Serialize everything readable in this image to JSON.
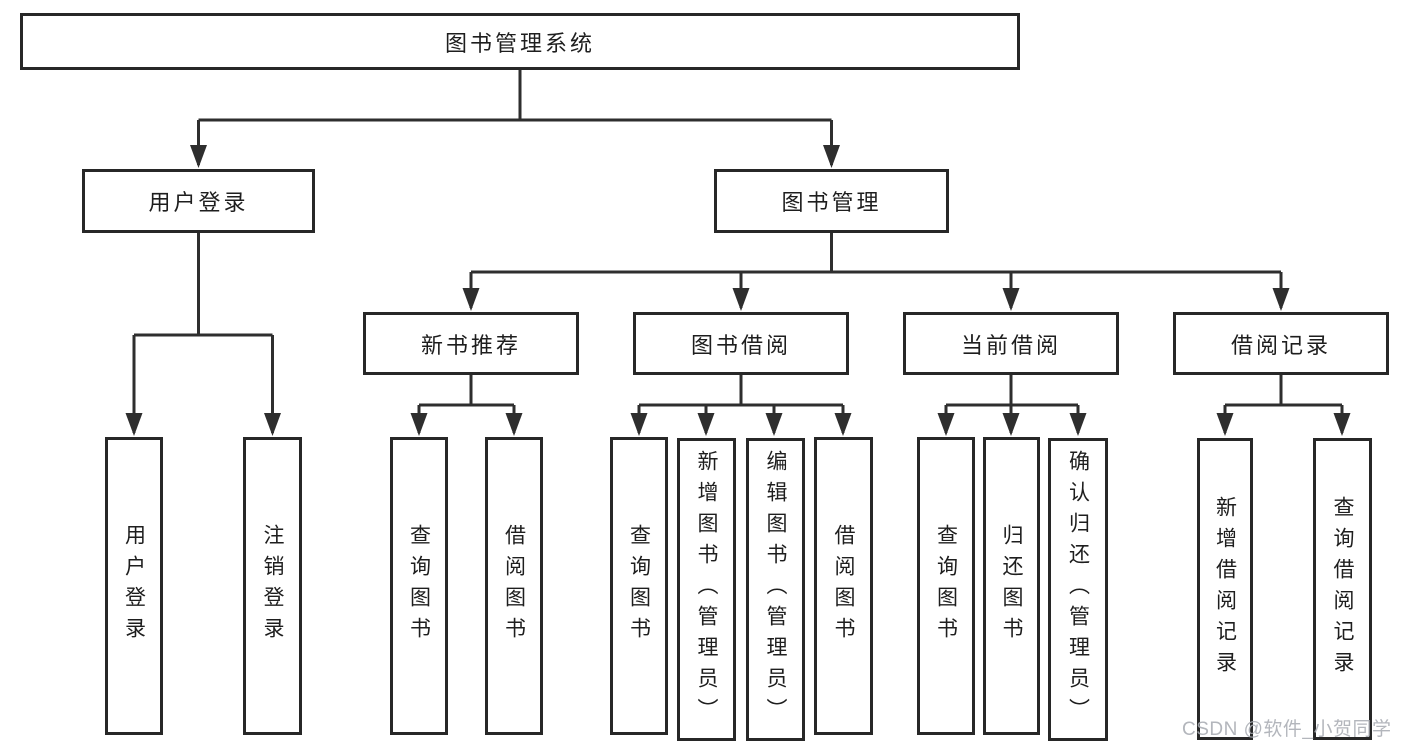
{
  "colors": {
    "background": "#ffffff",
    "box_border": "#272727",
    "connector_line": "#2e2e2e",
    "text": "#1e1e1e",
    "watermark": "#a8acb3"
  },
  "diagram": {
    "root": {
      "label": "图书管理系统"
    },
    "level2": [
      {
        "label": "用户登录",
        "parent": "图书管理系统"
      },
      {
        "label": "图书管理",
        "parent": "图书管理系统"
      }
    ],
    "level3": [
      {
        "label": "新书推荐",
        "parent": "图书管理"
      },
      {
        "label": "图书借阅",
        "parent": "图书管理"
      },
      {
        "label": "当前借阅",
        "parent": "图书管理"
      },
      {
        "label": "借阅记录",
        "parent": "图书管理"
      }
    ],
    "leaves": [
      {
        "label": "用户登录",
        "parent": "用户登录"
      },
      {
        "label": "注销登录",
        "parent": "用户登录"
      },
      {
        "label": "查询图书",
        "parent": "新书推荐"
      },
      {
        "label": "借阅图书",
        "parent": "新书推荐"
      },
      {
        "label": "查询图书",
        "parent": "图书借阅"
      },
      {
        "label": "新增图书（管理员）",
        "parent": "图书借阅"
      },
      {
        "label": "编辑图书（管理员）",
        "parent": "图书借阅"
      },
      {
        "label": "借阅图书",
        "parent": "图书借阅"
      },
      {
        "label": "查询图书",
        "parent": "当前借阅"
      },
      {
        "label": "归还图书",
        "parent": "当前借阅"
      },
      {
        "label": "确认归还（管理员）",
        "parent": "当前借阅"
      },
      {
        "label": "新增借阅记录",
        "parent": "借阅记录"
      },
      {
        "label": "查询借阅记录",
        "parent": "借阅记录"
      }
    ]
  },
  "watermark": {
    "text": "CSDN @软件_小贺同学"
  }
}
